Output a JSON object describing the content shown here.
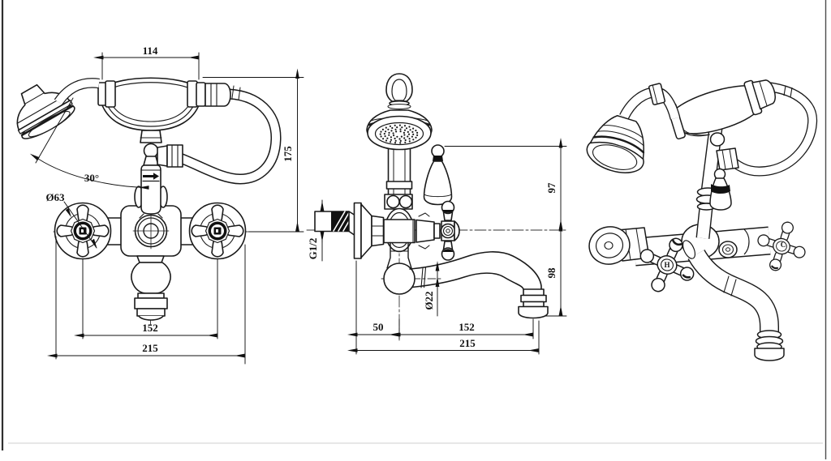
{
  "colors": {
    "line": "#1a1a1a",
    "background": "#ffffff",
    "frame_left": "#2e2e2e",
    "frame_right": "#4d4d4d",
    "frame_bottom": "#cfcfcf"
  },
  "views": {
    "front": {
      "dims": {
        "handset_length": "114",
        "height_to_axis": "175",
        "handle_spacing": "152",
        "overall_width": "215",
        "escutcheon_diameter": "Ø63",
        "head_angle": "30°"
      }
    },
    "side": {
      "dims": {
        "upper_height": "97",
        "lower_height": "98",
        "wall_to_axis": "50",
        "axis_to_outlet": "152",
        "overall_depth": "215",
        "spout_diameter": "Ø22",
        "connection_thread": "G1/2"
      }
    },
    "perspective": {
      "hot_index": "H",
      "cold_index": "C"
    }
  }
}
